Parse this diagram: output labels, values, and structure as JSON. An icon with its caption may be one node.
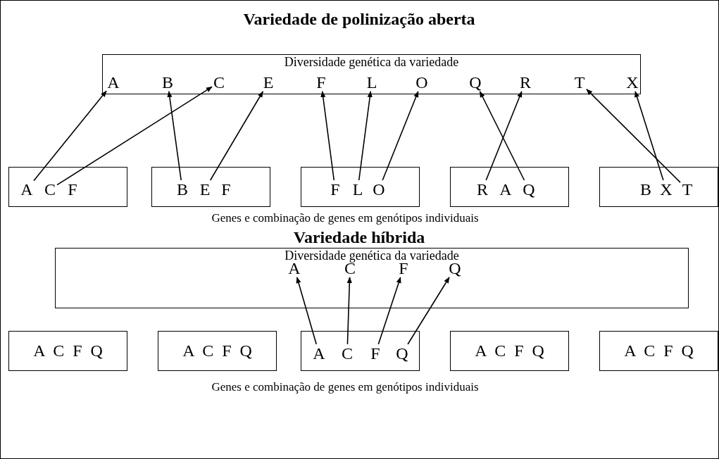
{
  "diagram": {
    "nodes": [
      {
        "text": [
          "Diversidade genética da variedade"
        ]
      },
      {
        "text": [
          "A"
        ],
        "in": 0
      },
      {
        "text": [
          "B"
        ],
        "in": 0
      },
      {
        "text": [
          "C"
        ],
        "in": 0
      },
      {
        "text": [
          "E"
        ],
        "in": 0
      },
      {
        "text": [
          "F"
        ],
        "in": 0
      },
      {
        "text": [
          "L"
        ],
        "in": 0
      },
      {
        "text": [
          "O"
        ],
        "in": 0
      },
      {
        "text": [
          "Q"
        ],
        "in": 0
      },
      {
        "text": [
          "R"
        ],
        "in": 0
      },
      {
        "text": [
          "T"
        ],
        "in": 0
      },
      {
        "text": [
          "X"
        ],
        "in": 0
      },
      {
        "text": [],
        "shape": "box"
      },
      {
        "text": [
          "A"
        ],
        "in": 12
      },
      {
        "text": [
          "C"
        ],
        "in": 12
      },
      {
        "text": [
          "F"
        ],
        "in": 12
      },
      {
        "text": [],
        "shape": "box"
      },
      {
        "text": [
          "B"
        ],
        "in": 16
      },
      {
        "text": [
          "E"
        ],
        "in": 16
      },
      {
        "text": [
          "F"
        ],
        "in": 16
      },
      {
        "text": [],
        "shape": "box"
      },
      {
        "text": [
          "F"
        ],
        "in": 20
      },
      {
        "text": [
          "L"
        ],
        "in": 20
      },
      {
        "text": [
          "O"
        ],
        "in": 20
      },
      {
        "text": [],
        "shape": "box"
      },
      {
        "text": [
          "R"
        ],
        "in": 24
      },
      {
        "text": [
          "A"
        ],
        "in": 24
      },
      {
        "text": [
          "Q"
        ],
        "in": 24
      },
      {
        "text": [],
        "shape": "box"
      },
      {
        "text": [
          "B"
        ],
        "in": 28
      },
      {
        "text": [
          "X"
        ],
        "in": 28
      },
      {
        "text": [
          "T"
        ],
        "in": 28
      },
      {
        "text": [
          "Diversidade genética da variedade"
        ]
      },
      {
        "text": [
          "A"
        ],
        "in": 32
      },
      {
        "text": [
          "C"
        ],
        "in": 32
      },
      {
        "text": [
          "F"
        ],
        "in": 32
      },
      {
        "text": [
          "Q"
        ],
        "in": 32
      },
      {
        "text": [
          "A C F Q"
        ]
      },
      {
        "text": [
          "A C F Q"
        ]
      },
      {
        "text": [],
        "shape": "box"
      },
      {
        "text": [
          "A"
        ],
        "in": 39
      },
      {
        "text": [
          "C"
        ],
        "in": 39
      },
      {
        "text": [
          "F"
        ],
        "in": 39
      },
      {
        "text": [
          "Q"
        ],
        "in": 39
      },
      {
        "text": [
          "A C F Q"
        ]
      },
      {
        "text": [
          "A C F Q"
        ]
      }
    ],
    "edges": [
      {
        "from": 13,
        "to": 1,
        "arrow": "to"
      },
      {
        "from": 14,
        "to": 3,
        "arrow": "to"
      },
      {
        "from": 17,
        "to": 2,
        "arrow": "to"
      },
      {
        "from": 18,
        "to": 4,
        "arrow": "to"
      },
      {
        "from": 21,
        "to": 5,
        "arrow": "to"
      },
      {
        "from": 22,
        "to": 6,
        "arrow": "to"
      },
      {
        "from": 23,
        "to": 7,
        "arrow": "to"
      },
      {
        "from": 25,
        "to": 9,
        "arrow": "to"
      },
      {
        "from": 27,
        "to": 8,
        "arrow": "to"
      },
      {
        "from": 30,
        "to": 11,
        "arrow": "to"
      },
      {
        "from": 31,
        "to": 10,
        "arrow": "to"
      },
      {
        "from": 40,
        "to": 33,
        "arrow": "to"
      },
      {
        "from": 41,
        "to": 34,
        "arrow": "to"
      },
      {
        "from": 42,
        "to": 35,
        "arrow": "to"
      },
      {
        "from": 43,
        "to": 36,
        "arrow": "to"
      }
    ],
    "labels": [
      "Variedade de polinização aberta",
      "Genes e combinação de genes em genótipos individuais",
      "Variedade híbrida",
      "Genes e combinação de genes em genótipos individuais"
    ]
  }
}
